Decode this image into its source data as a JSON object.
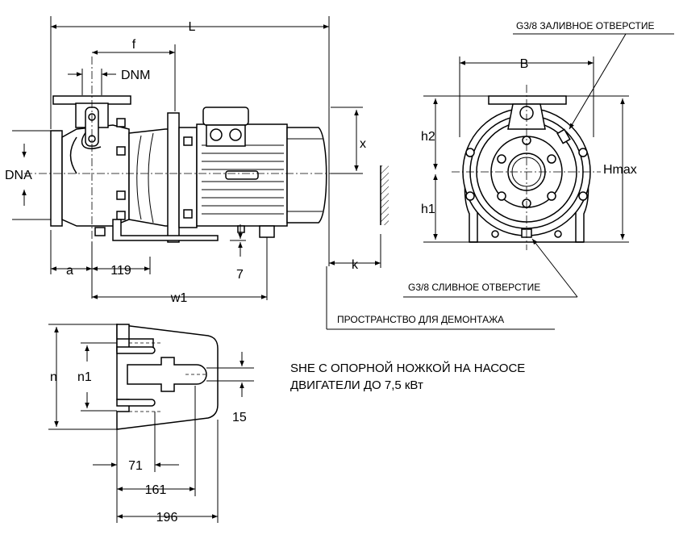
{
  "dimensions": {
    "L": "L",
    "f": "f",
    "DNM": "DNM",
    "DNA": "DNA",
    "x": "x",
    "a": "a",
    "d119": "119",
    "d7": "7",
    "w1": "w1",
    "k": "k",
    "B": "B",
    "h2": "h2",
    "h1": "h1",
    "Hmax": "Hmax",
    "n": "n",
    "n1": "n1",
    "d15": "15",
    "d71": "71",
    "d161": "161",
    "d196": "196"
  },
  "labels": {
    "fill_hole": "G3/8 ЗАЛИВНОЕ ОТВЕРСТИЕ",
    "drain_hole": "G3/8 СЛИВНОЕ ОТВЕРСТИЕ",
    "removal_space": "ПРОСТРАНСТВО ДЛЯ ДЕМОНТАЖА"
  },
  "title": {
    "line1": "SHE С ОПОРНОЙ НОЖКОЙ НА НАСОСЕ",
    "line2": "ДВИГАТЕЛИ ДО 7,5  кВт"
  }
}
